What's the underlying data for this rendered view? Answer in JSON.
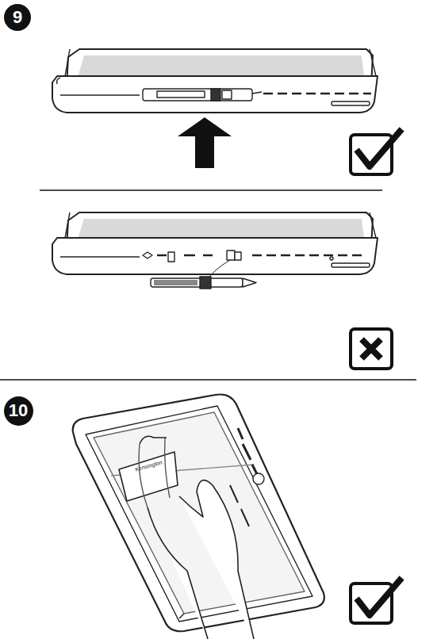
{
  "diagram": {
    "nodes": [
      {
        "text": [
          "9"
        ]
      },
      {
        "text": [
          "10"
        ]
      }
    ],
    "labels": [
      "Kensington"
    ]
  }
}
